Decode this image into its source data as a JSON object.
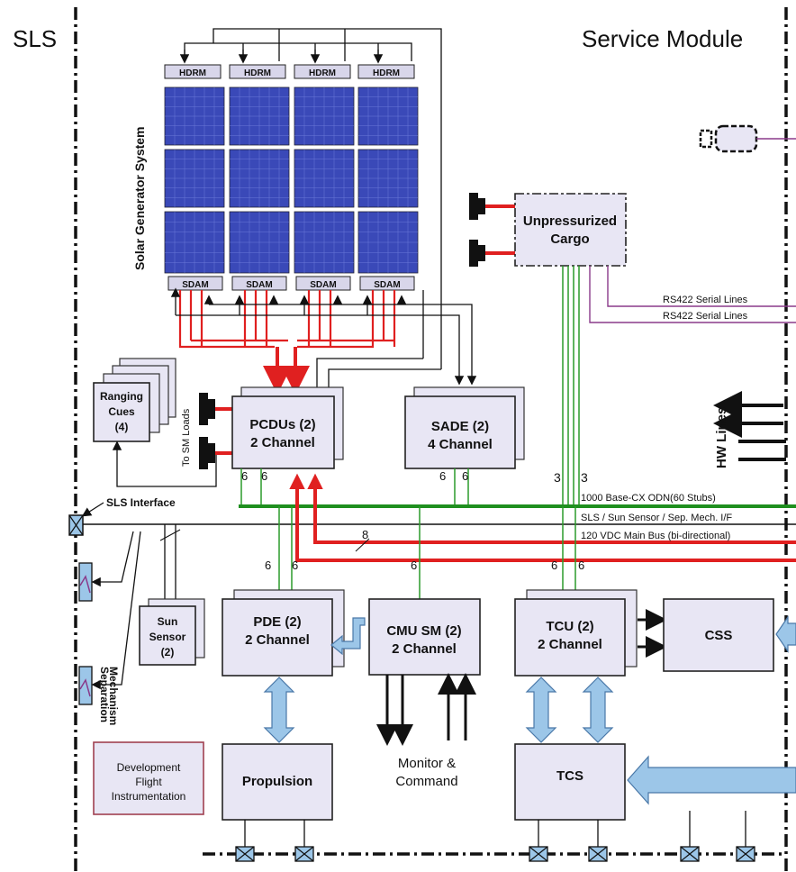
{
  "headers": {
    "left": "SLS",
    "right": "Service Module"
  },
  "solar": {
    "title": "Solar Generator System",
    "hdrm_labels": [
      "HDRM",
      "HDRM",
      "HDRM",
      "HDRM"
    ],
    "sdam_labels": [
      "SDAM",
      "SDAM",
      "SDAM",
      "SDAM"
    ]
  },
  "cargo": {
    "line1": "Unpressurized",
    "line2": "Cargo"
  },
  "serial": {
    "line1": "RS422 Serial Lines",
    "line2": "RS422 Serial Lines"
  },
  "hw_lines": "HW Lines",
  "ranging": {
    "line1": "Ranging",
    "line2": "Cues",
    "line3": "(4)"
  },
  "sm_loads": "To SM Loads",
  "pcdu": {
    "line1": "PCDUs (2)",
    "line2": "2 Channel"
  },
  "sade": {
    "line1": "SADE (2)",
    "line2": "4 Channel"
  },
  "buses": {
    "odn": "1000 Base-CX ODN(60 Stubs)",
    "sls_if": "SLS / Sun Sensor / Sep. Mech. I/F",
    "main_bus": "120 VDC Main Bus (bi-directional)"
  },
  "sls_interface": "SLS Interface",
  "counts": {
    "pcdu_a": "6",
    "pcdu_b": "6",
    "sade_a": "6",
    "sade_b": "6",
    "cargo_a": "3",
    "cargo_b": "3",
    "main": "8",
    "pde_a": "6",
    "pde_b": "6",
    "cmu": "6",
    "tcu_a": "6",
    "tcu_b": "6"
  },
  "separation": {
    "line1": "Separation",
    "line2": "Mechanism"
  },
  "sun_sensor": {
    "line1": "Sun",
    "line2": "Sensor",
    "line3": "(2)"
  },
  "pde": {
    "line1": "PDE (2)",
    "line2": "2 Channel"
  },
  "cmu": {
    "line1": "CMU SM (2)",
    "line2": "2 Channel"
  },
  "tcu": {
    "line1": "TCU (2)",
    "line2": "2 Channel"
  },
  "css": "CSS",
  "monitor": {
    "line1": "Monitor &",
    "line2": "Command"
  },
  "dfi": {
    "line1": "Development",
    "line2": "Flight",
    "line3": "Instrumentation"
  },
  "propulsion": "Propulsion",
  "tcs": "TCS",
  "colors": {
    "power": "#e02020",
    "data": "#2a9a2a",
    "serial": "#8a3a8a",
    "box": "#e8e6f4",
    "panel": "#3a49b8"
  }
}
